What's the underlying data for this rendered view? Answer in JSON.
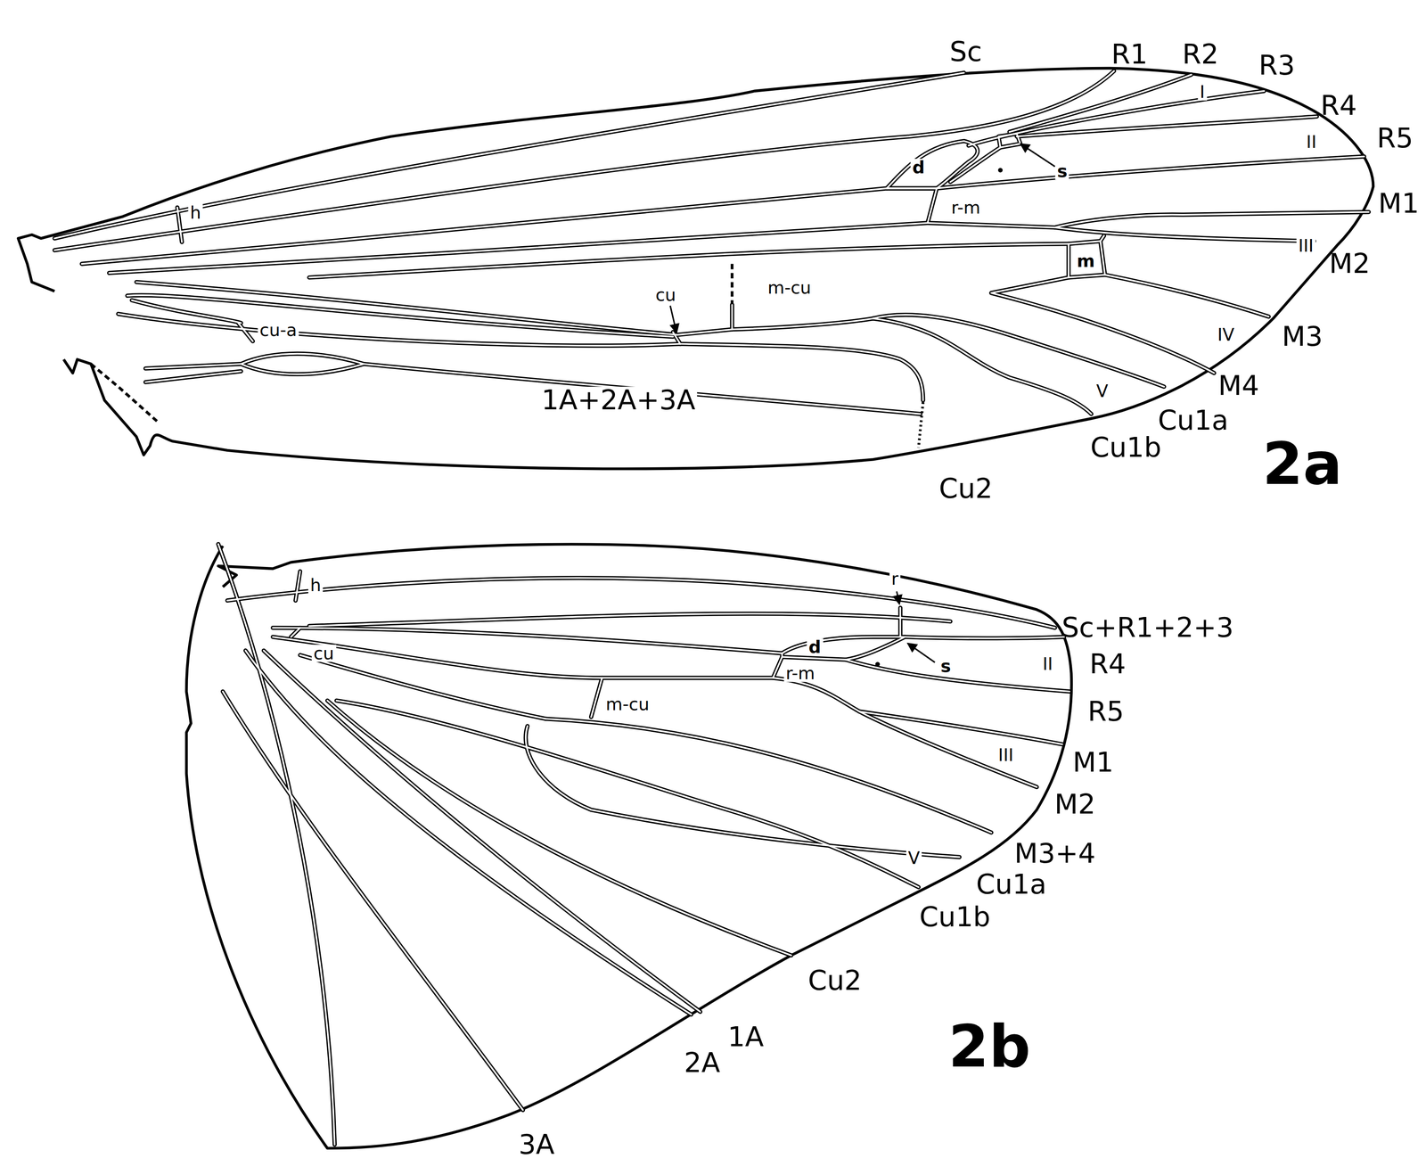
{
  "diagram": {
    "labels": [
      "Sc",
      "R1",
      "R2",
      "R3",
      "R4",
      "R5",
      "M1",
      "M2",
      "M3",
      "M4",
      "Cu1a",
      "Cu1b",
      "Cu2",
      "1A+2A+3A",
      "2a",
      "h",
      "d",
      "s",
      "r-m",
      "m",
      "m-cu",
      "cu",
      "cu-a",
      "I",
      "II",
      "III",
      "IV",
      "V",
      "h",
      "r",
      "Sc+R1+2+3",
      "d",
      "s",
      "r-m",
      "cu",
      "m-cu",
      "II",
      "R4",
      "R5",
      "III",
      "M1",
      "M2",
      "M3+4",
      "V",
      "Cu1a",
      "Cu1b",
      "Cu2",
      "2A",
      "1A",
      "3A",
      "2b"
    ]
  }
}
